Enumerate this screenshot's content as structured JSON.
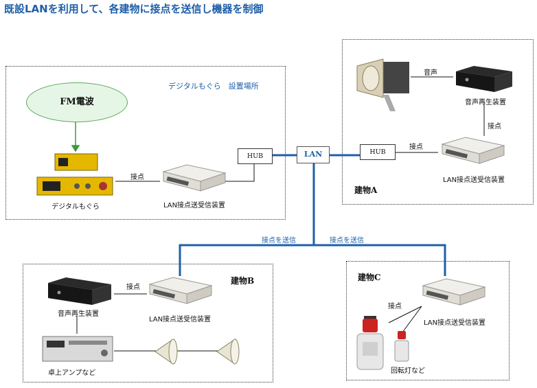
{
  "title": "既設LANを利用して、各建物に接点を送信し機器を制御",
  "site_label": "デジタルもぐら　設置場所",
  "fm_label": "FM電波",
  "hub_label": "HUB",
  "lan_label": "LAN",
  "send_contact": "接点を送信",
  "contact": "接点",
  "sound": "音声",
  "lan_device": "LAN接点送受信装置",
  "player": "音声再生装置",
  "digital_mogura": "デジタルもぐら",
  "building_a": "建物A",
  "building_b": "建物B",
  "building_c": "建物C",
  "amp": "卓上アンプなど",
  "rotating_light": "回転灯など",
  "colors": {
    "accent": "#1f5fa8",
    "line_blue": "#1f5fa8",
    "fm_border": "#5aaa5a",
    "fm_fill": "#e6f6e6"
  }
}
